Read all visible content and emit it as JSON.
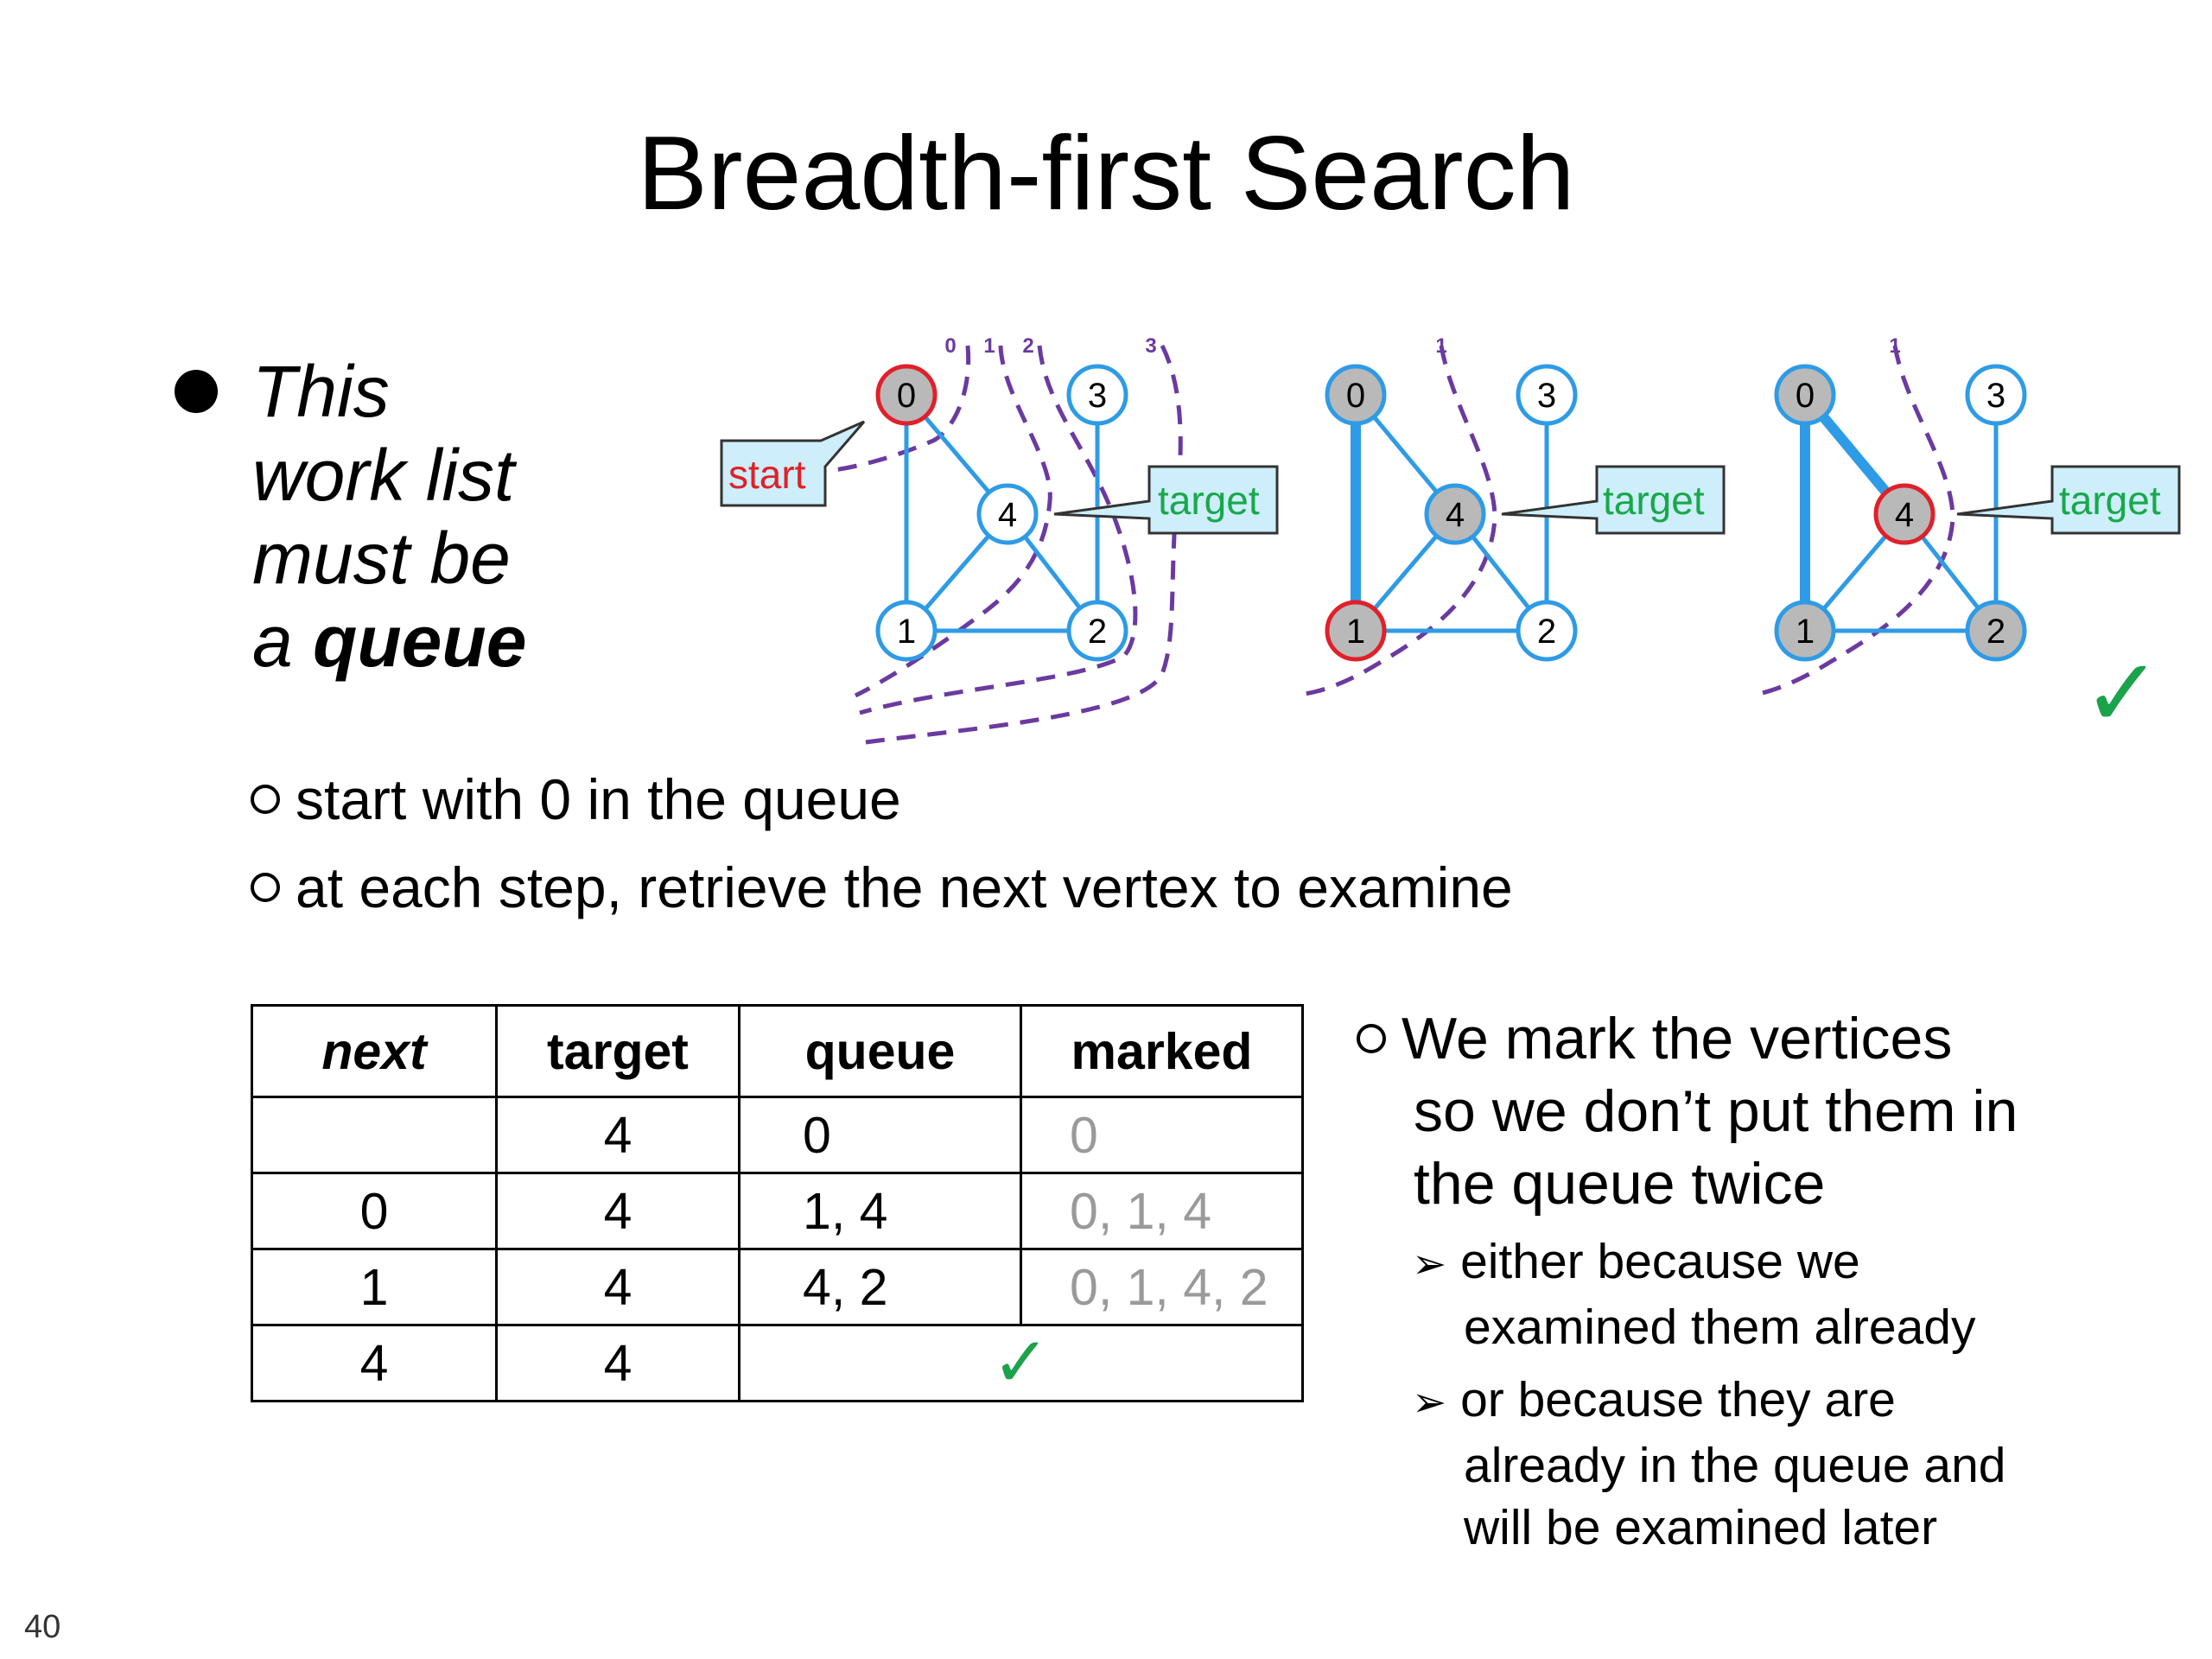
{
  "slide": {
    "title": "Breadth-first Search",
    "page_number": "40"
  },
  "bullet": {
    "line1": "This",
    "line2": "work list",
    "line3": "must be",
    "line4_prefix": "a ",
    "line4_bold": "queue"
  },
  "sub_bullets": {
    "item1": "start with 0 in the queue",
    "item2": "at each step, retrieve the next vertex to examine"
  },
  "graphs": {
    "nodes": [
      "0",
      "1",
      "2",
      "3",
      "4"
    ],
    "layer_labels": [
      "0",
      "1",
      "2",
      "3"
    ],
    "start_label": "start",
    "target_label": "target",
    "check": "✓",
    "colors": {
      "edge": "#2e9be6",
      "node_border": "#2e9be6",
      "visited_fill": "#b9b9b9",
      "current_border": "#e0202a",
      "start_text": "#e0202a",
      "target_text": "#18a84b",
      "callout_fill": "#cdeefa",
      "dashed": "#6b3aa0",
      "check": "#1aa34a"
    }
  },
  "table": {
    "headers": [
      "next",
      "target",
      "queue",
      "marked"
    ],
    "rows": [
      {
        "next": "",
        "target": "4",
        "queue": "0",
        "marked": "0"
      },
      {
        "next": "0",
        "target": "4",
        "queue": "1,  4",
        "marked": "0, 1, 4"
      },
      {
        "next": "1",
        "target": "4",
        "queue": "4,  2",
        "marked": "0, 1, 4, 2"
      },
      {
        "next": "4",
        "target": "4",
        "check": "✓"
      }
    ]
  },
  "right_text": {
    "main_line1": "We mark the vertices",
    "main_line2": "so we don’t put them in",
    "main_line3": "the queue twice",
    "sub1_line1": "either because we",
    "sub1_line2": "examined them already",
    "sub2_line1": "or because they are",
    "sub2_line2": "already in the queue and",
    "sub2_line3": "will be examined later"
  }
}
